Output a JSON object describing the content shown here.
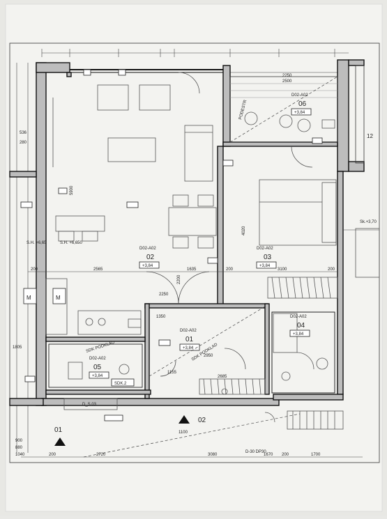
{
  "dimensions": {
    "top_w": "2250",
    "top_w2": "2500",
    "left_1": "536",
    "left_2": "280",
    "left_3": "5900",
    "mid_4": "4020",
    "bottom_1": "200",
    "bottom_2": "2565",
    "bottom_3": "1635",
    "bottom_4": "200",
    "bottom_5": "3100",
    "bottom_6": "200",
    "bot_a": "1040",
    "bot_b": "200",
    "bot_c": "2720",
    "bot_d": "3080",
    "bot_e": "1670",
    "bot_f": "200",
    "bot_g": "1700",
    "mid_a": "1350",
    "mid_b": "2250",
    "mid_c": "2950",
    "mid_d": "2685",
    "mid_e": "1100",
    "mid_f": "2200",
    "mid_g": "1155",
    "left_900": "900",
    "left_880": "880",
    "left_1805": "1805"
  },
  "rooms": [
    {
      "code": "D02-A02",
      "num": "02",
      "area": "+3,84"
    },
    {
      "code": "D02-A02",
      "num": "03",
      "area": "+3,84"
    },
    {
      "code": "D02-A02",
      "num": "01",
      "area": "+3,84"
    },
    {
      "code": "D02-A02",
      "num": "04",
      "area": "+3,84"
    },
    {
      "code": "D02-A02",
      "num": "05",
      "area": "+3,84"
    },
    {
      "code": "D02-A02",
      "num": "06",
      "area": "+3,84"
    }
  ],
  "levels": {
    "sh_left": "S.H. +6,65",
    "sh_right": "S.H. +6,650",
    "sk_right": "Sk.+3,70"
  },
  "markers": {
    "sect_01": "01",
    "sect_02": "02",
    "sect_12": "12",
    "d_s03": "D_S.03",
    "m1": "M",
    "m2": "M",
    "sk_podkl": "SDK PODKLAD",
    "podest": "PODESTR",
    "sk2": "SDK.2",
    "dp30": "D-30 DP30"
  }
}
